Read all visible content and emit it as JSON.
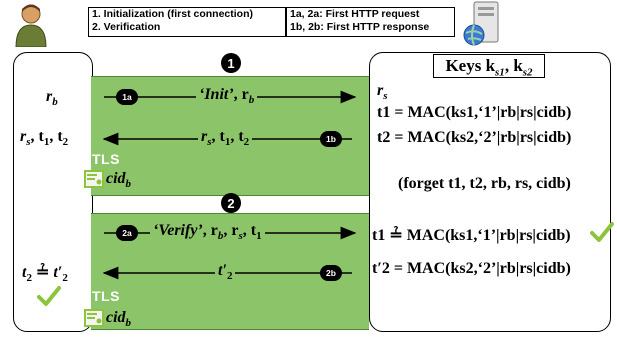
{
  "legend": {
    "left_line1": "1.  Initialization (first connection)",
    "left_line2": "2.  Verification",
    "right_line1": "1a, 2a: First HTTP request",
    "right_line2": "1b, 2b: First HTTP response"
  },
  "phases": {
    "p1": "1",
    "p2": "2"
  },
  "steps": {
    "s1a": "1a",
    "s1b": "1b",
    "s2a": "2a",
    "s2b": "2b"
  },
  "tls": "TLS",
  "client": {
    "rb": "r",
    "rb_sub": "b",
    "recv1": "r",
    "recv1_sub": "s",
    "recv1_rest": ", t",
    "recv1_t1": "1",
    "recv1_mid": ", t",
    "recv1_t2": "2",
    "check_lhs": "t",
    "check_lhs_sub": "2",
    "check_eq": "≟",
    "check_rhs": "t′",
    "check_rhs_sub": "2",
    "cid": "cid",
    "cid_sub": "b"
  },
  "msgs": {
    "m1a_q": "‘Init’",
    "m1a_rest": ", r",
    "m1a_sub": "b",
    "m1b": "r",
    "m1b_s": "s",
    "m1b_rest": ", t",
    "m1b_1": "1",
    "m1b_mid": ", t",
    "m1b_2": "2",
    "m2a_q": "‘Verify’",
    "m2a_r": ", r",
    "m2a_b": "b",
    "m2a_rs": ", r",
    "m2a_s": "s",
    "m2a_t": ", t",
    "m2a_1": "1",
    "m2b": "t′",
    "m2b_sub": "2"
  },
  "server": {
    "keys_title": "Keys k",
    "k1": "s1",
    "keys_sep": ", k",
    "k2": "s2",
    "rs": "r",
    "rs_sub": "s",
    "t1_line": "t1 = MAC(ks1,‘1’|rb|rs|cidb)",
    "t2_line": "t2 = MAC(ks2,‘2’|rb|rs|cidb)",
    "forget": "(forget t1, t2, rb, rs, cidb)",
    "verify1": "t1 ≟ MAC(ks1,‘1’|rb|rs|cidb)",
    "verify2": "t′2 = MAC(ks2,‘2’|rb|rs|cidb)"
  },
  "icons": [
    "user-icon",
    "server-icon",
    "certificate-icon",
    "checkmark-icon"
  ],
  "colors": {
    "tls_band": "#8cc46a",
    "check": "#8cc43a"
  }
}
